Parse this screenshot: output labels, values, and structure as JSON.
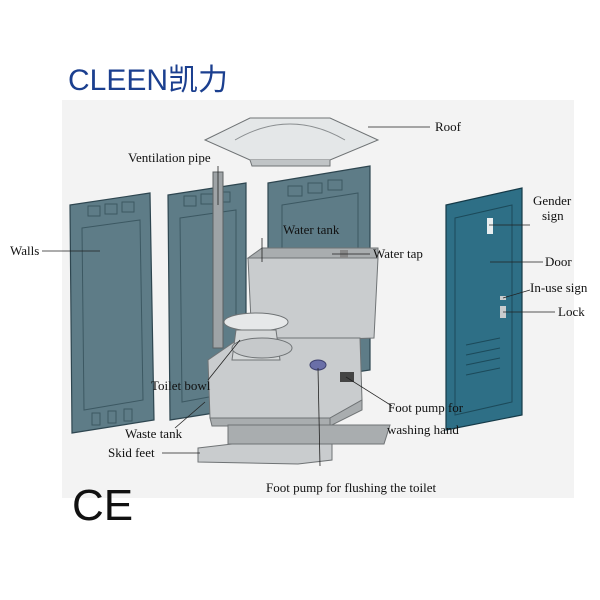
{
  "logo": {
    "text": "CLEEN凯力"
  },
  "mark": {
    "ce": "CE"
  },
  "labels": {
    "roof": "Roof",
    "ventilation_pipe": "Ventilation pipe",
    "walls": "Walls",
    "water_tank": "Water tank",
    "water_tap": "Water tap",
    "gender_sign": [
      "Gender",
      "sign"
    ],
    "door": "Door",
    "in_use_sign": "In-use sign",
    "lock": "Lock",
    "toilet_bowl": "Toilet bowl",
    "foot_pump_washing": [
      "Foot pump for",
      "washing hand"
    ],
    "waste_tank": "Waste tank",
    "skid_feet": "Skid feet",
    "foot_pump_flushing": "Foot pump for flushing the toilet"
  },
  "colors": {
    "brand": "#1b3f8f",
    "panel": "#5e7c87",
    "door": "#2e6f86",
    "body_grey": "#c9ccce"
  }
}
